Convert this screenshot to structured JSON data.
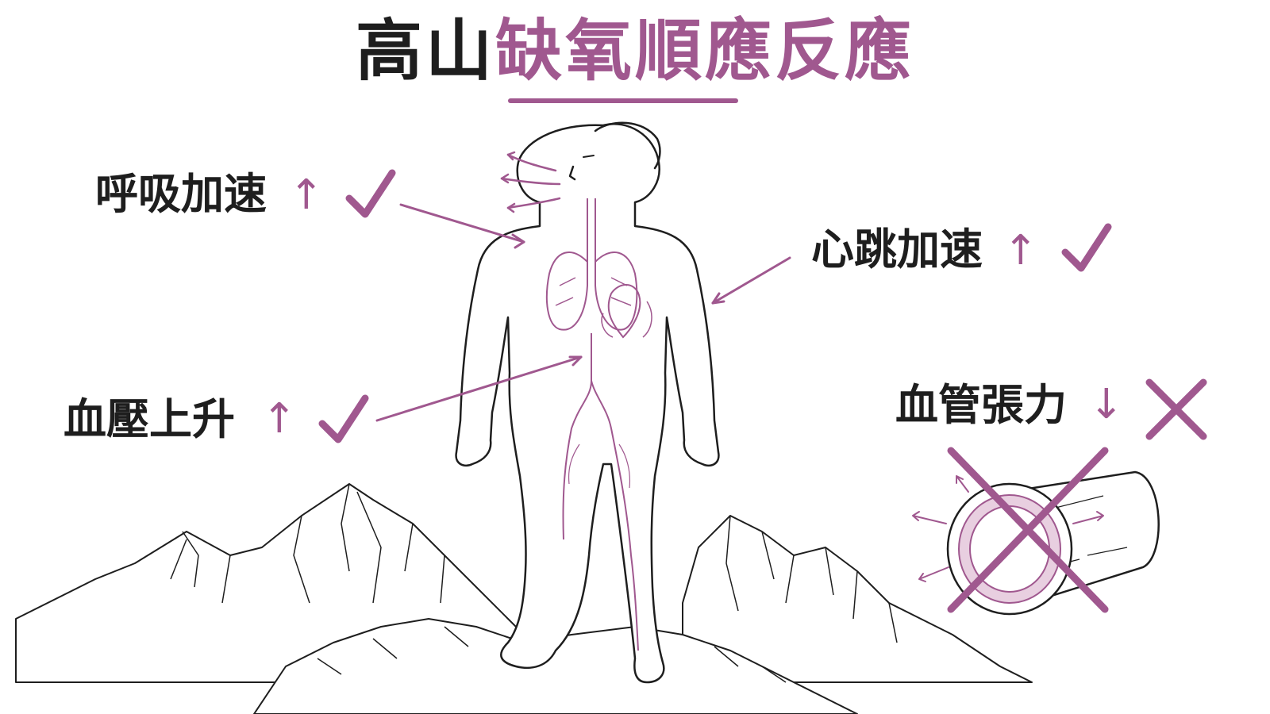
{
  "title": {
    "plain": "高山",
    "accent": "缺氧順應反應"
  },
  "responses": [
    {
      "label": "呼吸加速",
      "direction": "↑",
      "status": "check"
    },
    {
      "label": "心跳加速",
      "direction": "↑",
      "status": "check"
    },
    {
      "label": "血壓上升",
      "direction": "↑",
      "status": "check"
    },
    {
      "label": "血管張力",
      "direction": "↓",
      "status": "cross"
    }
  ],
  "colors": {
    "accent": "#a0588f",
    "ink": "#1e1e1e",
    "background": "#ffffff"
  },
  "icons": {
    "check": "check-mark-icon",
    "cross": "cross-mark-icon",
    "breath": "breath-arrows-icon",
    "heart": "heart-icon",
    "lungs": "lungs-icon",
    "vessel": "blood-vessel-icon"
  }
}
